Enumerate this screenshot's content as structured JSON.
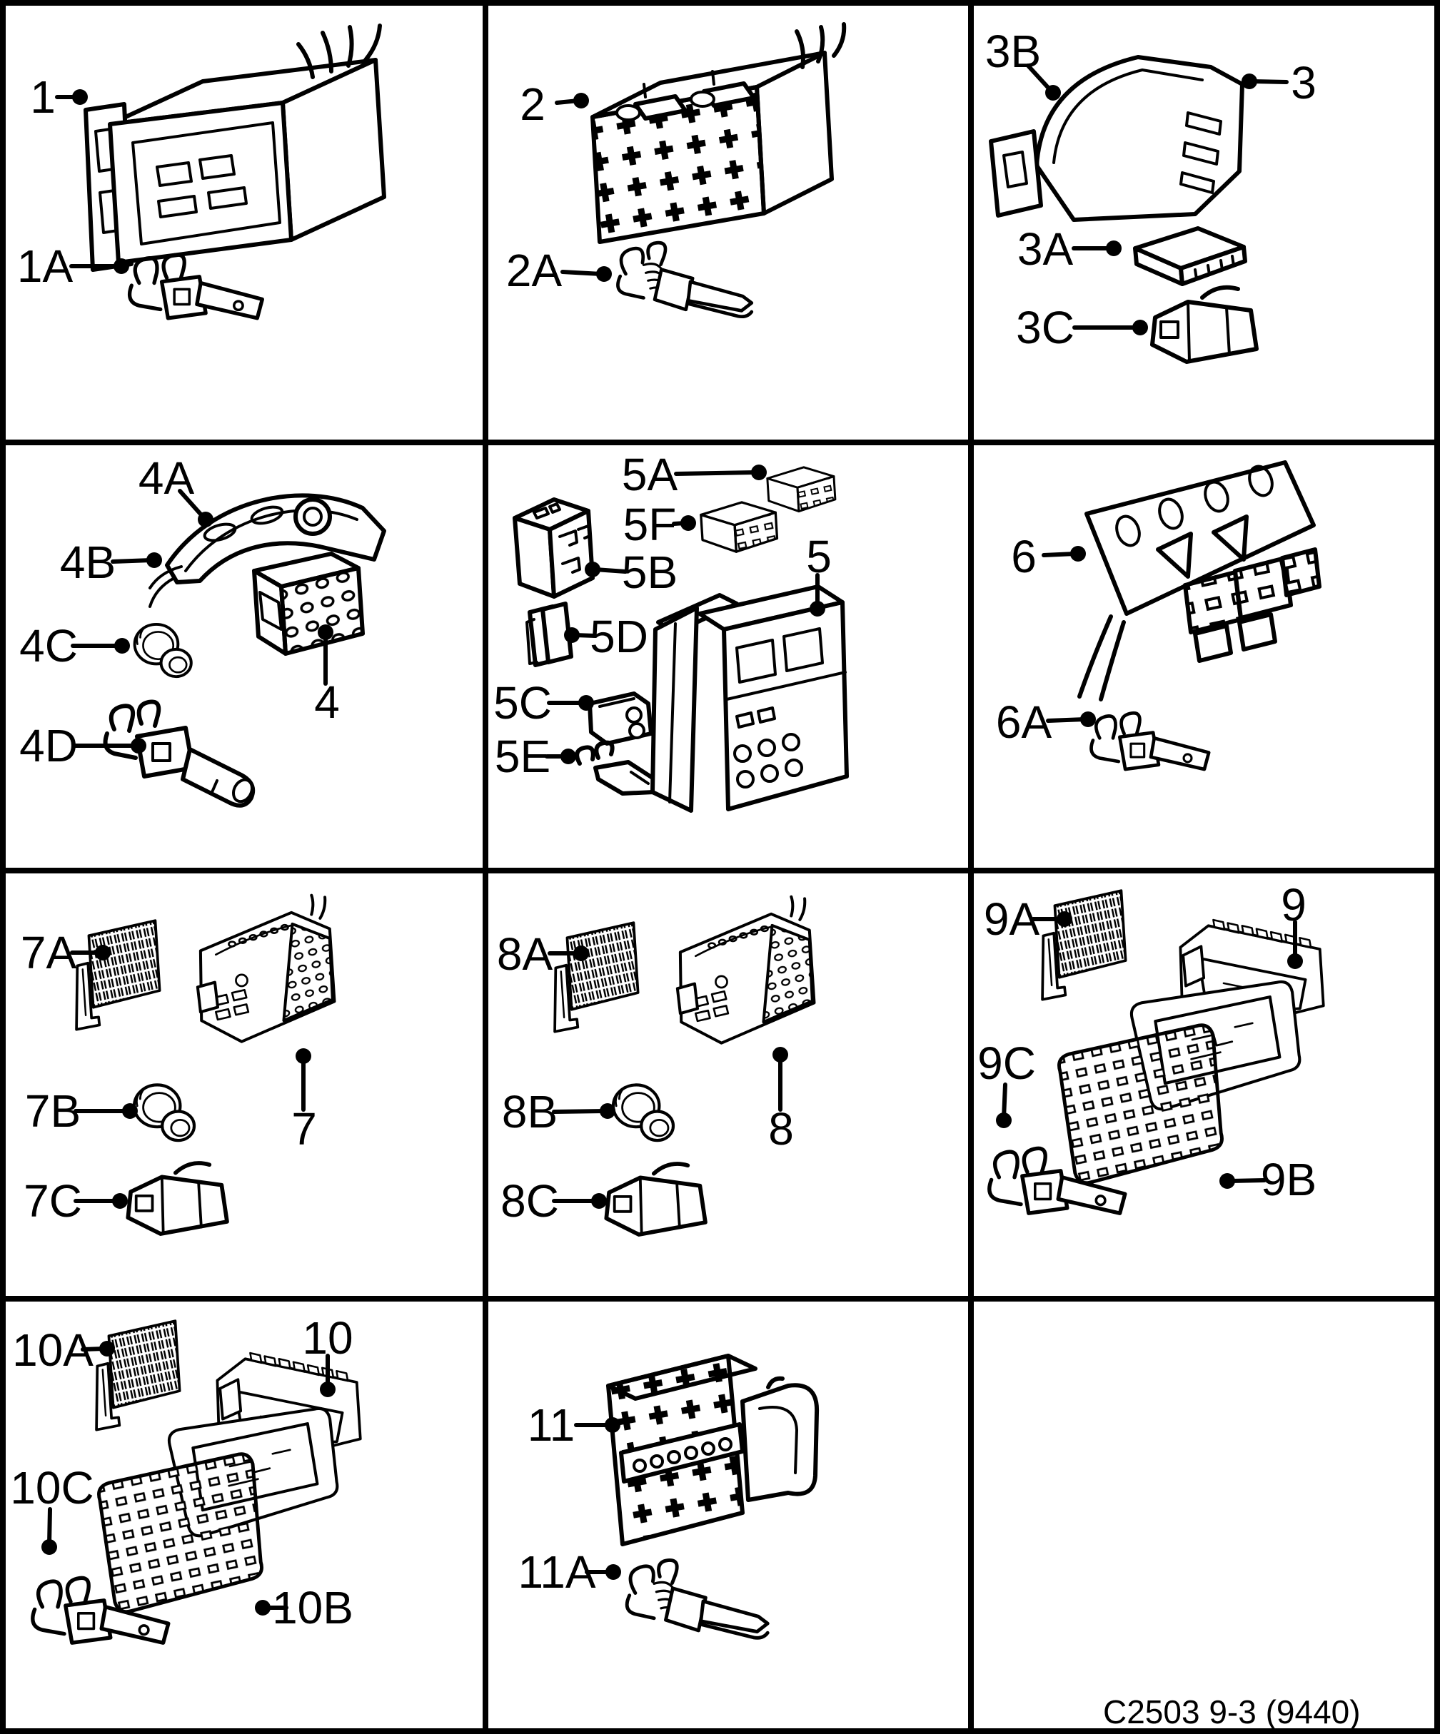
{
  "colors": {
    "ink": "#000000",
    "paper": "#ffffff"
  },
  "caption": "C2503 9-3 (9440)",
  "panels": [
    {
      "callouts": [
        {
          "label": "1"
        },
        {
          "label": "1A"
        }
      ]
    },
    {
      "callouts": [
        {
          "label": "2"
        },
        {
          "label": "2A"
        }
      ]
    },
    {
      "callouts": [
        {
          "label": "3B"
        },
        {
          "label": "3"
        },
        {
          "label": "3A"
        },
        {
          "label": "3C"
        }
      ]
    },
    {
      "callouts": [
        {
          "label": "4A"
        },
        {
          "label": "4B"
        },
        {
          "label": "4C"
        },
        {
          "label": "4"
        },
        {
          "label": "4D"
        }
      ]
    },
    {
      "callouts": [
        {
          "label": "5A"
        },
        {
          "label": "5F"
        },
        {
          "label": "5B"
        },
        {
          "label": "5D"
        },
        {
          "label": "5"
        },
        {
          "label": "5C"
        },
        {
          "label": "5E"
        }
      ]
    },
    {
      "callouts": [
        {
          "label": "6"
        },
        {
          "label": "6A"
        }
      ]
    },
    {
      "callouts": [
        {
          "label": "7A"
        },
        {
          "label": "7B"
        },
        {
          "label": "7"
        },
        {
          "label": "7C"
        }
      ]
    },
    {
      "callouts": [
        {
          "label": "8A"
        },
        {
          "label": "8B"
        },
        {
          "label": "8"
        },
        {
          "label": "8C"
        }
      ]
    },
    {
      "callouts": [
        {
          "label": "9A"
        },
        {
          "label": "9"
        },
        {
          "label": "9C"
        },
        {
          "label": "9B"
        }
      ]
    },
    {
      "callouts": [
        {
          "label": "10A"
        },
        {
          "label": "10"
        },
        {
          "label": "10C"
        },
        {
          "label": "10B"
        }
      ]
    },
    {
      "callouts": [
        {
          "label": "11"
        },
        {
          "label": "11A"
        }
      ]
    },
    {
      "callouts": []
    }
  ]
}
